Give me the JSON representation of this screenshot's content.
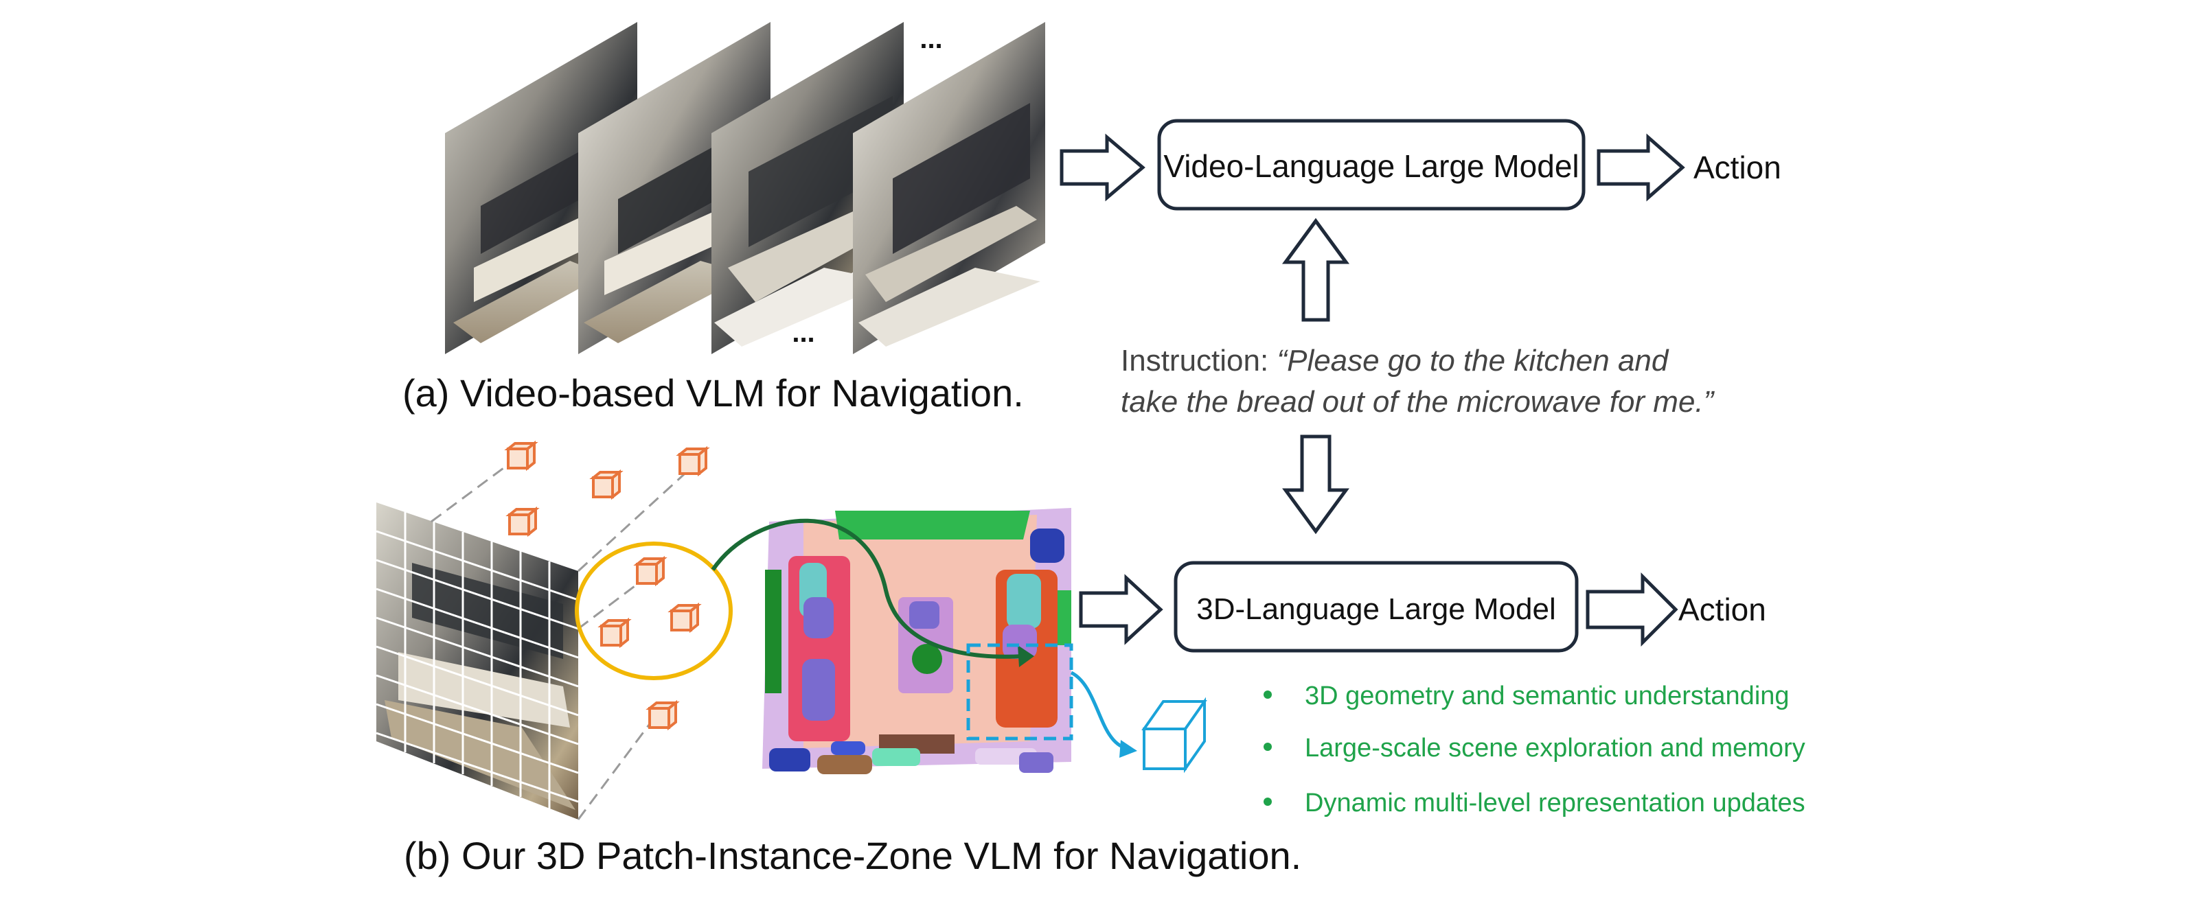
{
  "panel_a": {
    "frames_ellipsis_top": "...",
    "frames_ellipsis_bottom": "...",
    "model_label": "Video-Language Large Model",
    "action_label": "Action",
    "caption": "(a) Video-based VLM for Navigation."
  },
  "instruction": {
    "prefix": "Instruction: ",
    "line1": "“Please go to the kitchen and",
    "line2": "take the bread out of the microwave for me.”"
  },
  "panel_b": {
    "model_label": "3D-Language Large Model",
    "action_label": "Action",
    "caption": "(b) Our 3D Patch-Instance-Zone VLM for Navigation.",
    "bullets": [
      "3D geometry and semantic understanding",
      "Large-scale scene exploration and memory",
      "Dynamic multi-level representation updates"
    ]
  },
  "colors": {
    "box_stroke": "#1f2a3a",
    "bullet_green": "#1fa34a",
    "instance_orange": "#e8743b",
    "zone_yellow": "#f2b705",
    "arrow_green": "#1a6b35",
    "cyan": "#1aa3d9",
    "instruction_gray": "#444444"
  }
}
